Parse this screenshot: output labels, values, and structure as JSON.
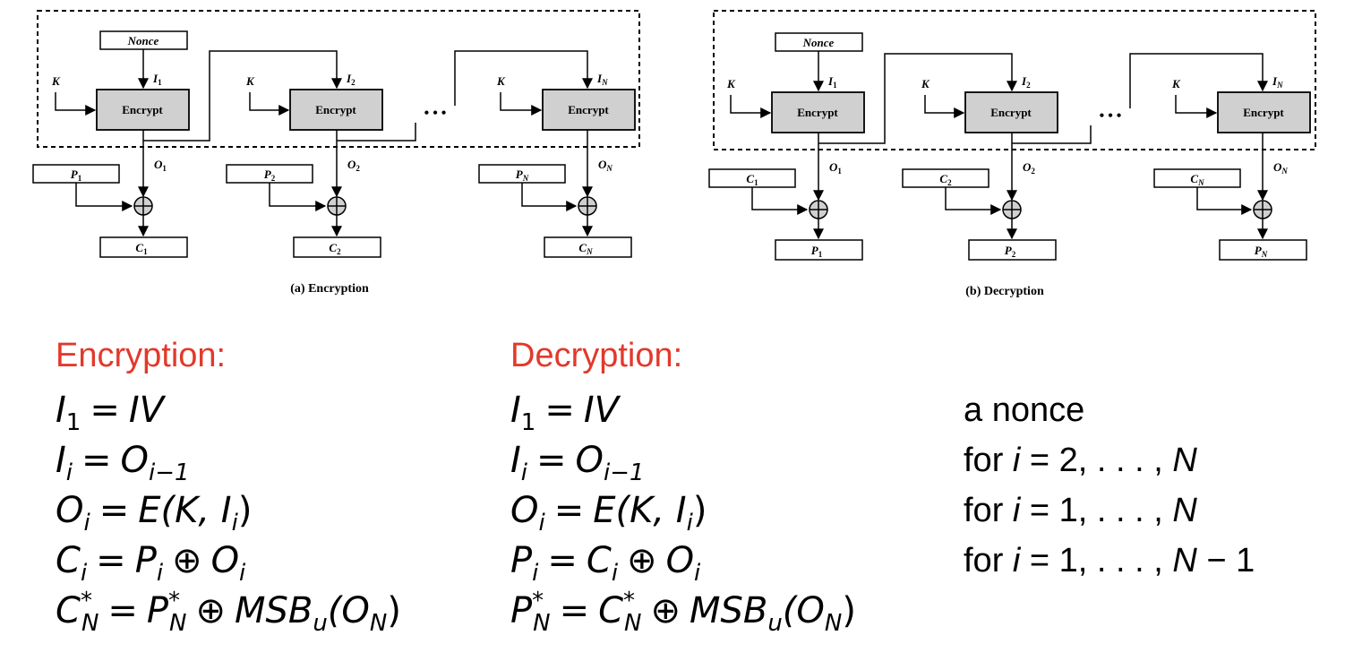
{
  "diagram": {
    "nonce": "Nonce",
    "encrypt_label": "Encrypt",
    "key": "K",
    "dots": "• • •",
    "encryption_caption": "(a) Encryption",
    "decryption_caption": "(b) Decryption"
  },
  "encryption": {
    "heading": "Encryption:",
    "eq1": {
      "lhs": "I",
      "lhs_sub": "1",
      "rhs": "IV"
    },
    "eq2": {
      "lhs": "I",
      "lhs_sub": "i",
      "rhs": "O",
      "rhs_sub": "i−1"
    },
    "eq3": {
      "lhs": "O",
      "lhs_sub": "i",
      "rhs": "E(K, I",
      "rhs_sub": "i",
      "rhs_end": ")"
    },
    "eq4": {
      "lhs": "C",
      "lhs_sub": "i",
      "a": "P",
      "a_sub": "i",
      "b": "O",
      "b_sub": "i"
    },
    "eq5": {
      "lhs": "C",
      "lhs_sup": "*",
      "lhs_sub": "N",
      "a": "P",
      "a_sup": "*",
      "a_sub": "N",
      "b": "MSB",
      "b_sub": "u",
      "b_arg": "(O",
      "b_arg_sub": "N",
      "b_end": ")"
    }
  },
  "decryption": {
    "heading": "Decryption:",
    "eq1": {
      "lhs": "I",
      "lhs_sub": "1",
      "rhs": "IV"
    },
    "eq2": {
      "lhs": "I",
      "lhs_sub": "i",
      "rhs": "O",
      "rhs_sub": "i−1"
    },
    "eq3": {
      "lhs": "O",
      "lhs_sub": "i",
      "rhs": "E(K, I",
      "rhs_sub": "i",
      "rhs_end": ")"
    },
    "eq4": {
      "lhs": "P",
      "lhs_sub": "i",
      "a": "C",
      "a_sub": "i",
      "b": "O",
      "b_sub": "i"
    },
    "eq5": {
      "lhs": "P",
      "lhs_sup": "*",
      "lhs_sub": "N",
      "a": "C",
      "a_sup": "*",
      "a_sub": "N",
      "b": "MSB",
      "b_sub": "u",
      "b_arg": "(O",
      "b_arg_sub": "N",
      "b_end": ")"
    }
  },
  "conditions": {
    "c1": "a nonce",
    "c2": {
      "pre": "for ",
      "var": "i",
      "rest": "= 2, . . . , ",
      "end": "N"
    },
    "c3": {
      "pre": "for ",
      "var": "i",
      "rest": "= 1, . . . , ",
      "end": "N"
    },
    "c4": {
      "pre": "for ",
      "var": "i",
      "rest": "= 1, . . . , ",
      "end": "N",
      "tail": " − 1"
    }
  },
  "colors": {
    "heading": "#e2392b",
    "block_fill": "#d0d0d0"
  }
}
